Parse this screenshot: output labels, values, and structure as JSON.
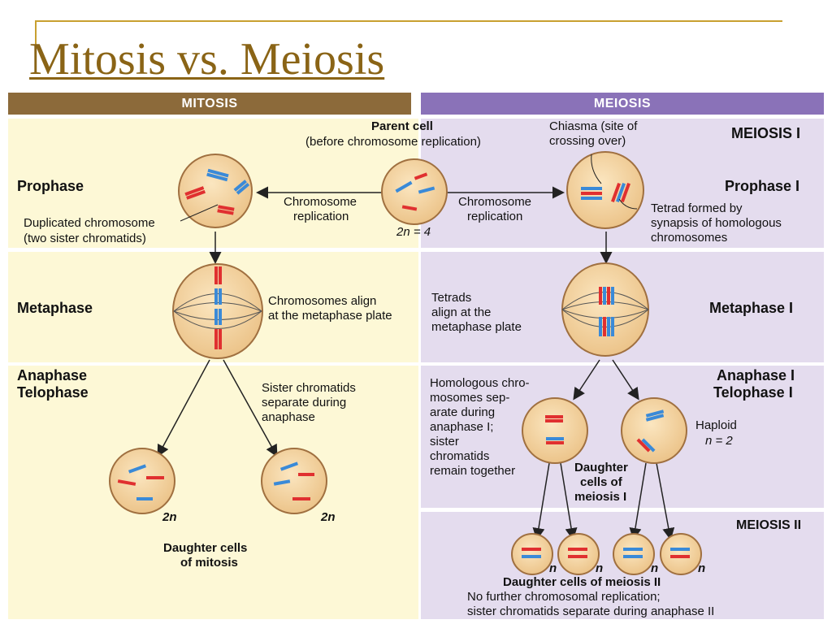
{
  "title": "Mitosis vs. Meiosis",
  "colors": {
    "mitosis_header": "#8c6a3a",
    "meiosis_header": "#8a72b8",
    "mitosis_bg": "#fdf8d6",
    "meiosis_bg": "#e4dcee",
    "cell": "#f5d9a8",
    "red": "#e03030",
    "blue": "#3a8ad8"
  },
  "mitosis": {
    "header": "MITOSIS",
    "prophase": "Prophase",
    "metaphase": "Metaphase",
    "anaphase": "Anaphase",
    "telophase": "Telophase",
    "dup_chromosome_1": "Duplicated chromosome",
    "dup_chromosome_2": "(two sister chromatids)",
    "chrom_replication_1": "Chromosome",
    "chrom_replication_2": "replication",
    "align_1": "Chromosomes align",
    "align_2": "at the metaphase plate",
    "sister_1": "Sister chromatids",
    "sister_2": "separate during",
    "sister_3": "anaphase",
    "ploidy_left": "2n",
    "ploidy_right": "2n",
    "daughter_1": "Daughter cells",
    "daughter_2": "of mitosis"
  },
  "parent": {
    "title_1": "Parent cell",
    "title_2": "(before chromosome replication)",
    "ploidy": "2n = 4"
  },
  "meiosis": {
    "header": "MEIOSIS",
    "meiosis1": "MEIOSIS I",
    "meiosis2": "MEIOSIS II",
    "prophase1": "Prophase I",
    "metaphase1": "Metaphase I",
    "anaphase1": "Anaphase I",
    "telophase1": "Telophase I",
    "chiasma_1": "Chiasma (site of",
    "chiasma_2": "crossing over)",
    "chrom_replication_1": "Chromosome",
    "chrom_replication_2": "replication",
    "tetrad_1": "Tetrad formed by",
    "tetrad_2": "synapsis of homologous",
    "tetrad_3": "chromosomes",
    "tetrads_align_1": "Tetrads",
    "tetrads_align_2": "align at the",
    "tetrads_align_3": "metaphase plate",
    "homologous_1": "Homologous chro-",
    "homologous_2": "mosomes sep-",
    "homologous_3": "arate during",
    "homologous_4": "anaphase I;",
    "homologous_5": "sister",
    "homologous_6": "chromatids",
    "homologous_7": "remain together",
    "haploid": "Haploid",
    "haploid_n": "n = 2",
    "daughter1_1": "Daughter",
    "daughter1_2": "cells of",
    "daughter1_3": "meiosis I",
    "n_labels": [
      "n",
      "n",
      "n",
      "n"
    ],
    "daughter2": "Daughter cells of meiosis II",
    "no_further_1": "No further chromosomal replication;",
    "no_further_2": "sister chromatids separate during anaphase II"
  }
}
